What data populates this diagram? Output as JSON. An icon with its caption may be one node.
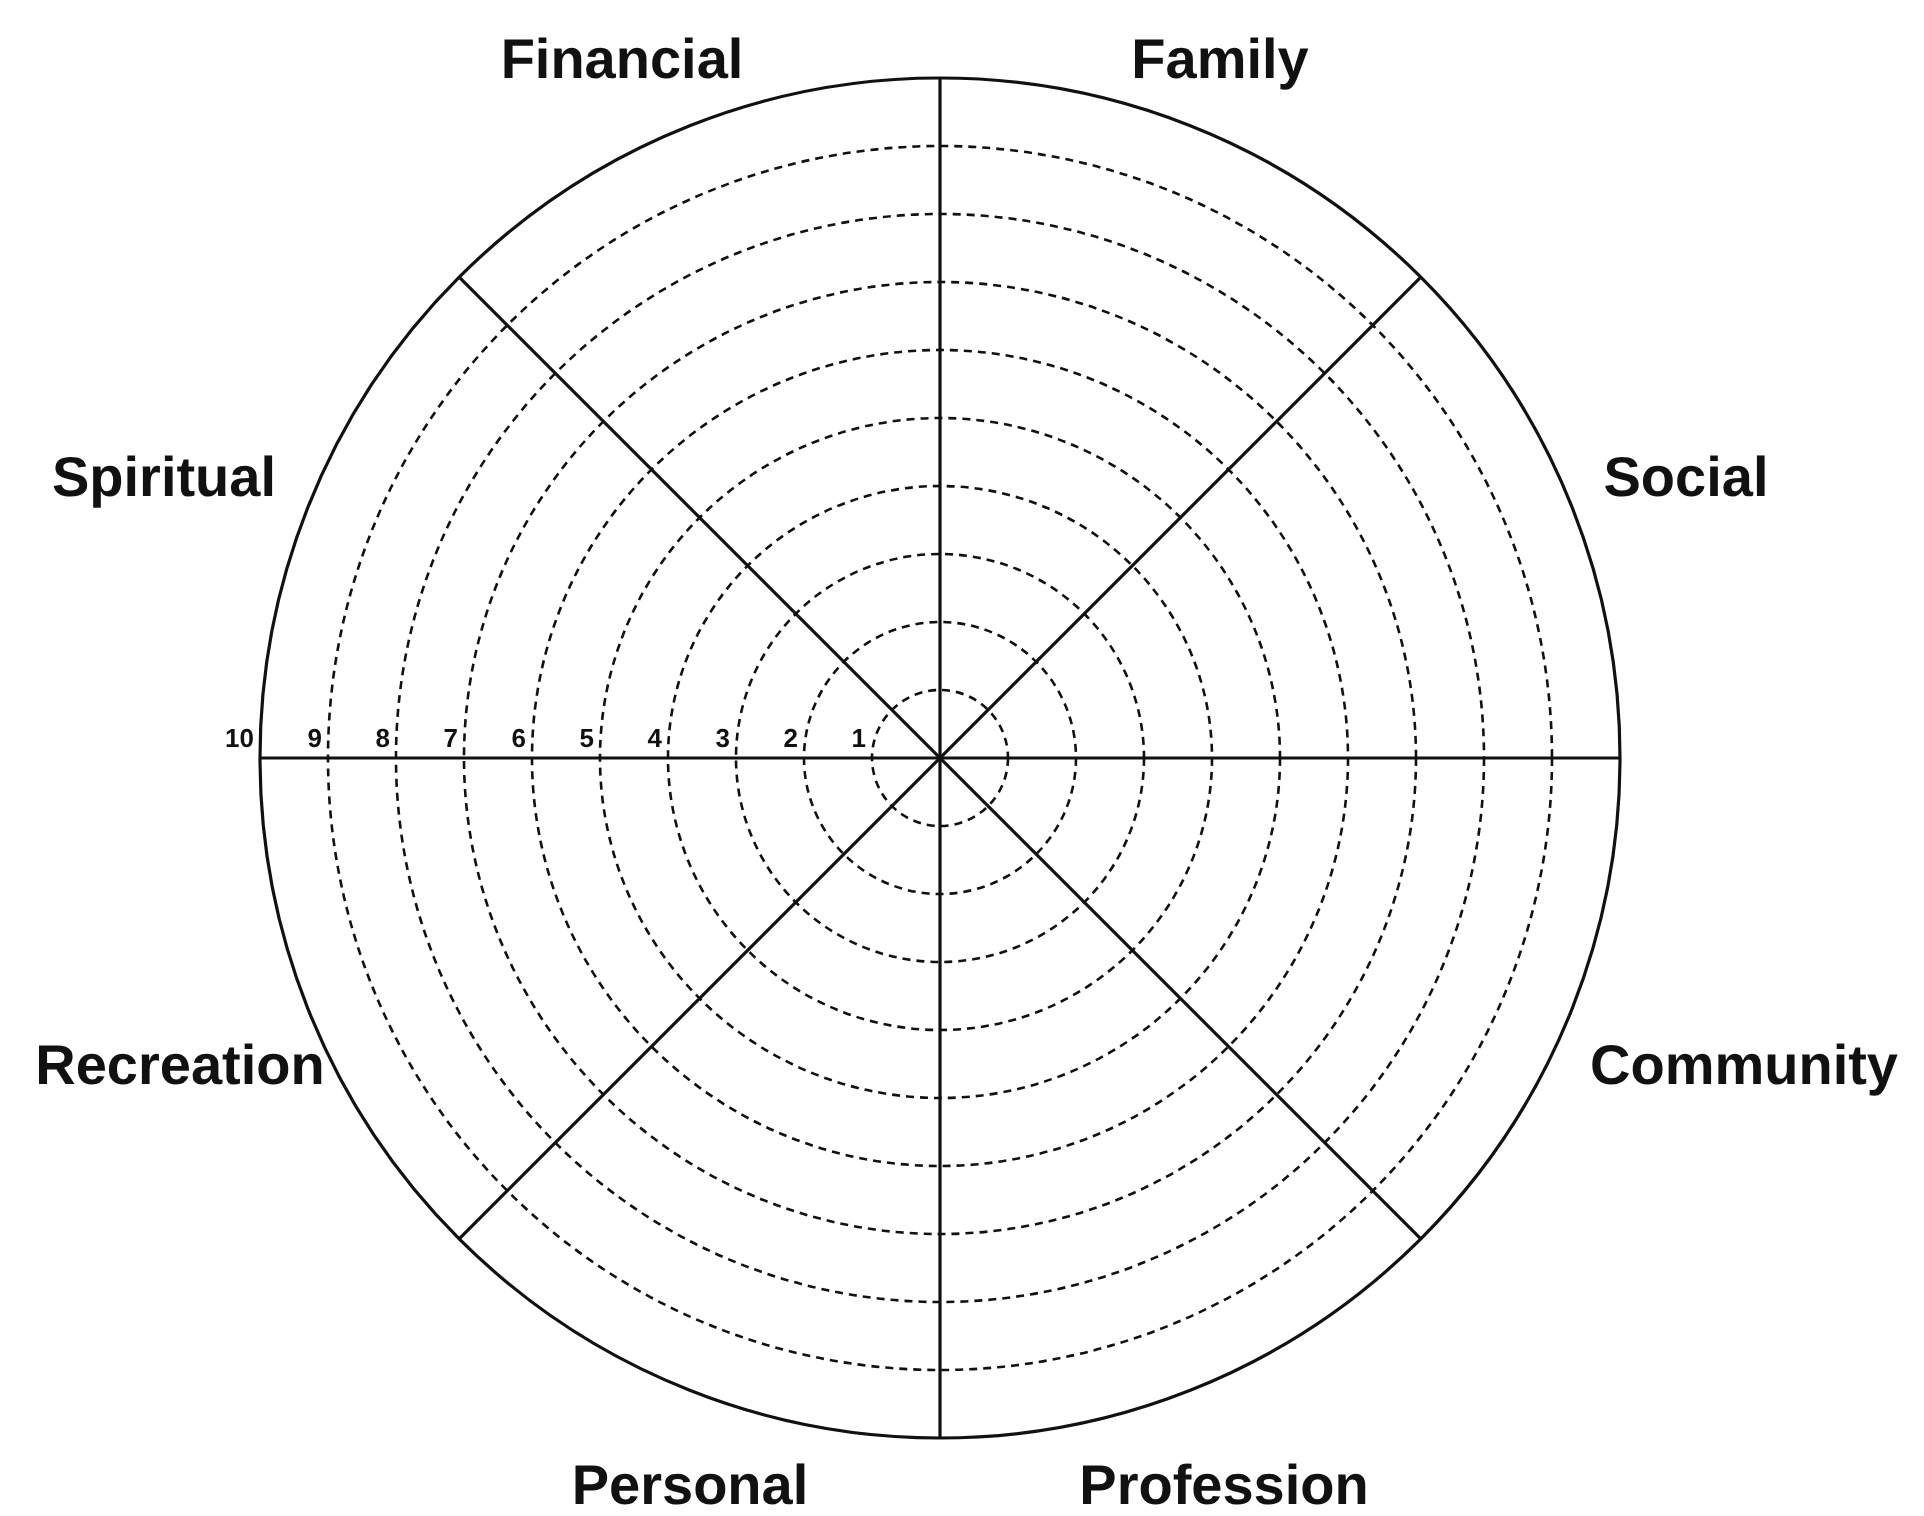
{
  "diagram": {
    "labels": [
      "Financial",
      "Family",
      "Spiritual",
      "Social",
      "10",
      "9",
      "8",
      "7",
      "6",
      "5",
      "4",
      "3",
      "2",
      "1",
      "Recreation",
      "Community",
      "Personal",
      "Profession"
    ]
  }
}
